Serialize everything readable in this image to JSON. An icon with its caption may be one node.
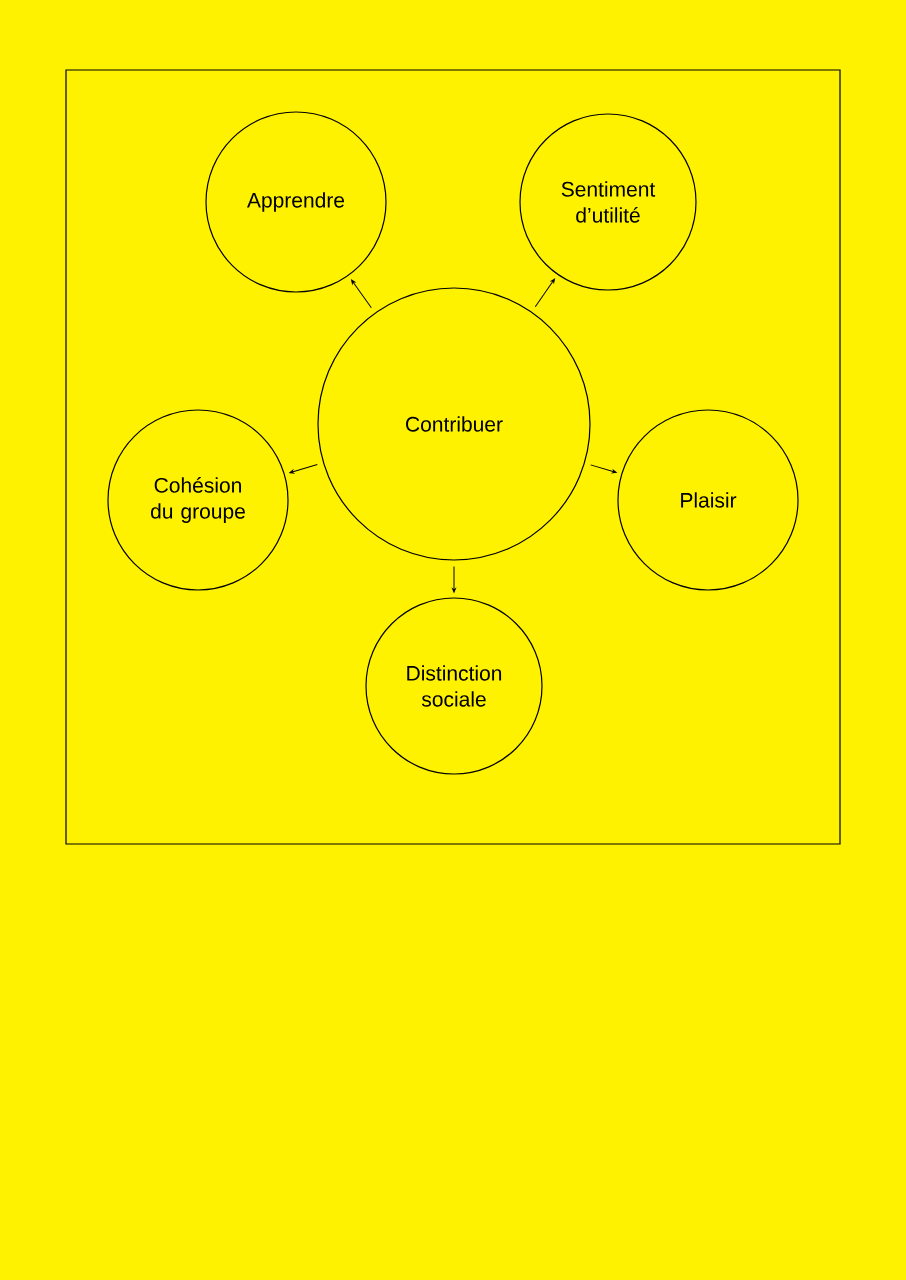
{
  "diagram": {
    "nodes": [
      {
        "text": [
          "Contribuer"
        ]
      },
      {
        "text": [
          "Apprendre"
        ]
      },
      {
        "text": [
          "Sentiment d’utilité"
        ]
      },
      {
        "text": [
          "Cohésion du groupe"
        ]
      },
      {
        "text": [
          "Plaisir"
        ]
      },
      {
        "text": [
          "Distinction sociale"
        ]
      }
    ],
    "edges": [
      {
        "from": 0,
        "to": 1,
        "arrow": "to"
      },
      {
        "from": 0,
        "to": 2,
        "arrow": "to"
      },
      {
        "from": 0,
        "to": 3,
        "arrow": "to"
      },
      {
        "from": 0,
        "to": 4,
        "arrow": "to"
      },
      {
        "from": 0,
        "to": 5,
        "arrow": "to"
      }
    ]
  }
}
